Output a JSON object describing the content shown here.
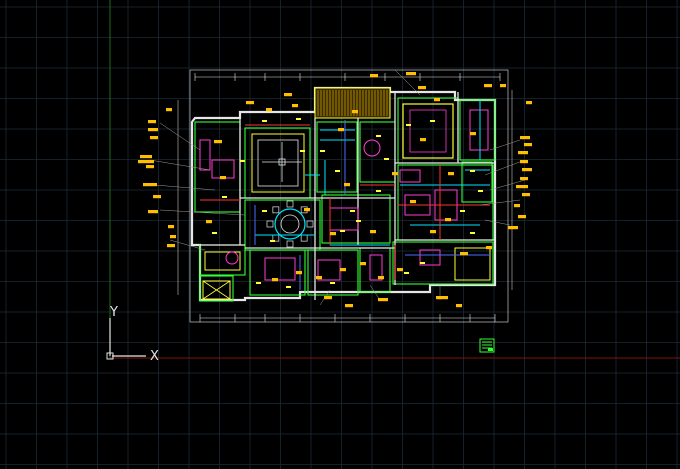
{
  "canvas": {
    "background": "#000000",
    "grid_color": "#1b2a36",
    "x_axis_color": "#7a1414",
    "y_axis_color": "#1f6b22"
  },
  "ucs": {
    "x_label": "X",
    "y_label": "Y",
    "icon": "ucs-axis-icon",
    "color": "#e6e6e6"
  },
  "drawing": {
    "icon": "floor-plan-drawing",
    "colors": {
      "wall": "#e6e6e6",
      "room_outline": "#33ff33",
      "annotation": "#ffbf00",
      "furniture": "#ff3bd4",
      "detail": "#00e5ff",
      "structure": "#ff3333",
      "accent": "#ffff33",
      "blue": "#4d6bff"
    }
  },
  "block_marker": {
    "icon": "legend-block-icon",
    "color": "#33ff33"
  }
}
